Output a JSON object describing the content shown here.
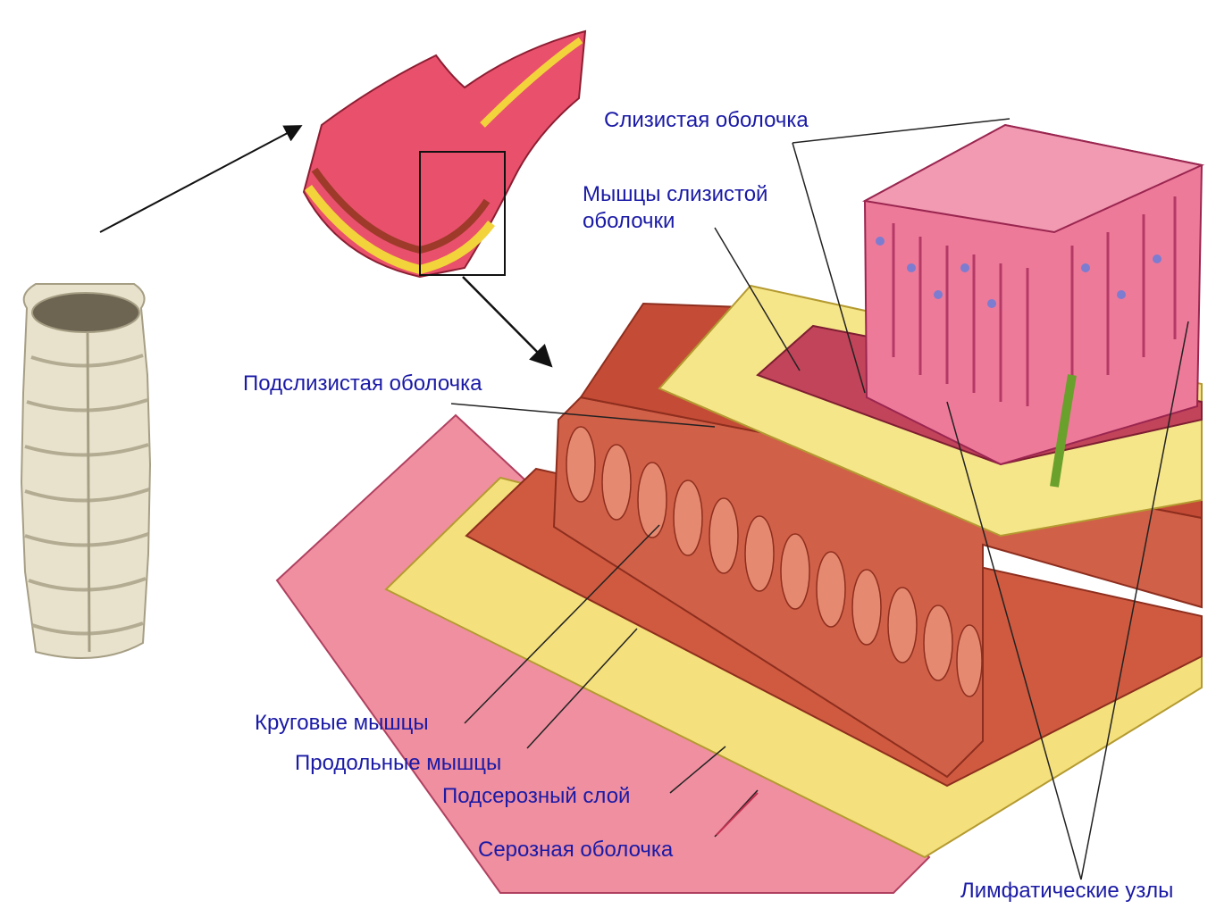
{
  "colors": {
    "label_text": "#1a1aa6",
    "leader_line": "#222222",
    "mucosa": "#e8577a",
    "submucosa": "#f3e27a",
    "muscle": "#c8503a",
    "serosa": "#ef8fa0"
  },
  "labels": {
    "mucosa": "Слизистая оболочка",
    "muscularis_mucosae": "Мышцы слизистой\nоболочки",
    "submucosa": "Подслизистая оболочка",
    "circular_muscles": "Круговые мышцы",
    "longitudinal_muscles": "Продольные мышцы",
    "subserosa": "Подсерозный слой",
    "serosa": "Серозная оболочка",
    "lymph_nodes": "Лимфатические узлы"
  }
}
